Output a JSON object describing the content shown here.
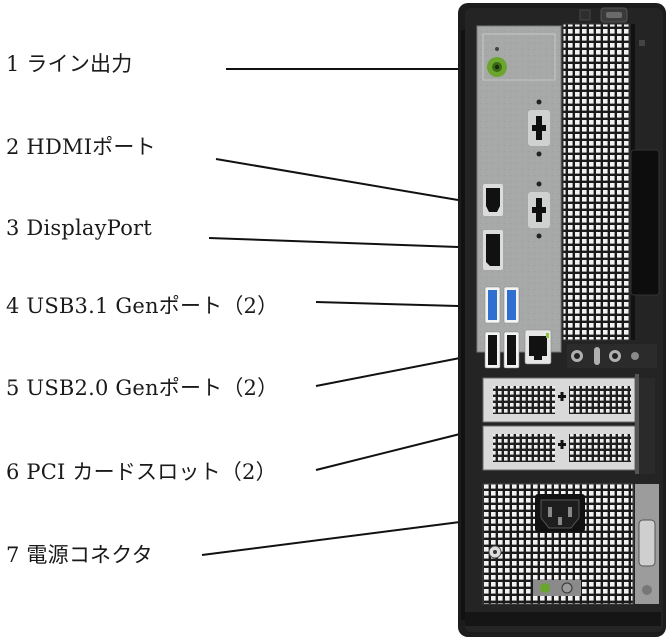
{
  "callouts": [
    {
      "id": "1",
      "text": "1 ライン出力"
    },
    {
      "id": "2",
      "text": "2  HDMIポート"
    },
    {
      "id": "3",
      "text": "3 DisplayPort"
    },
    {
      "id": "4",
      "text": "4 USB3.1 Genポート（2）"
    },
    {
      "id": "5",
      "text": "5 USB2.0 Genポート（2）"
    },
    {
      "id": "6",
      "text": "6 PCI カードスロット（2）"
    },
    {
      "id": "7",
      "text": "7 電源コネクタ"
    }
  ],
  "colors": {
    "chassis": "#1c1c1c",
    "io_panel": "#a9abab",
    "usb3_blue": "#2f6fd0",
    "audio_green": "#6aa52d",
    "leader_line": "#111111"
  }
}
